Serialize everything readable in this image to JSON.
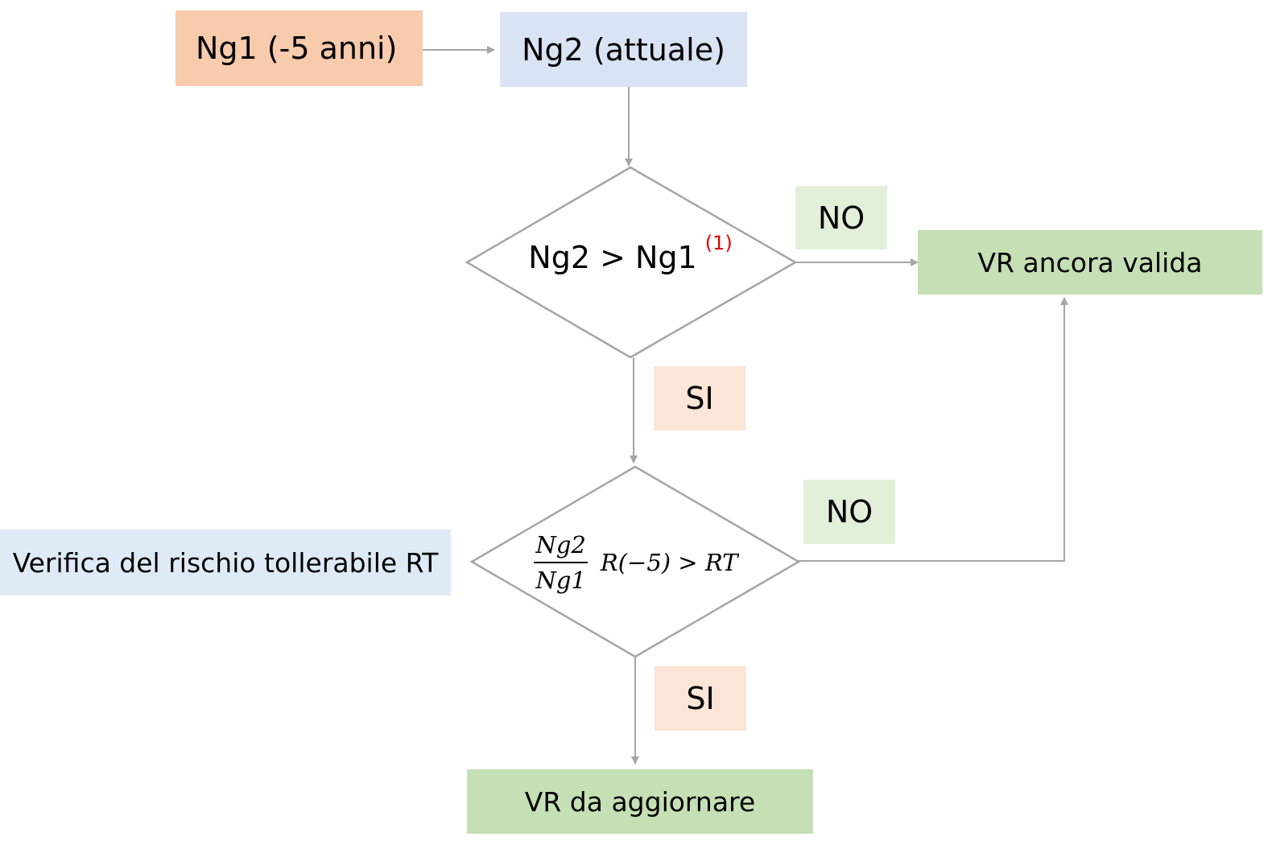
{
  "boxes": {
    "ng1": "Ng1 (-5 anni)",
    "ng2": "Ng2 (attuale)",
    "vr_valid": "VR ancora valida",
    "vr_update": "VR da aggiornare",
    "rt_check": "Verifica del rischio tollerabile RT"
  },
  "decision1": {
    "text": "Ng2 > Ng1",
    "note": "(1)"
  },
  "decision2": {
    "num": "Ng2",
    "den": "Ng1",
    "expr": "R(−5) > RT"
  },
  "labels": {
    "no1": "NO",
    "si1": "SI",
    "no2": "NO",
    "si2": "SI"
  },
  "colors": {
    "orange": "#f8cbad",
    "light_orange": "#fbe5d6",
    "light_blue": "#dae3f3",
    "rt_blue": "#deebf7",
    "green": "#c5e0b4",
    "light_green": "#e2f0d9",
    "line": "#a6a6a6",
    "note_red": "#e00000"
  }
}
